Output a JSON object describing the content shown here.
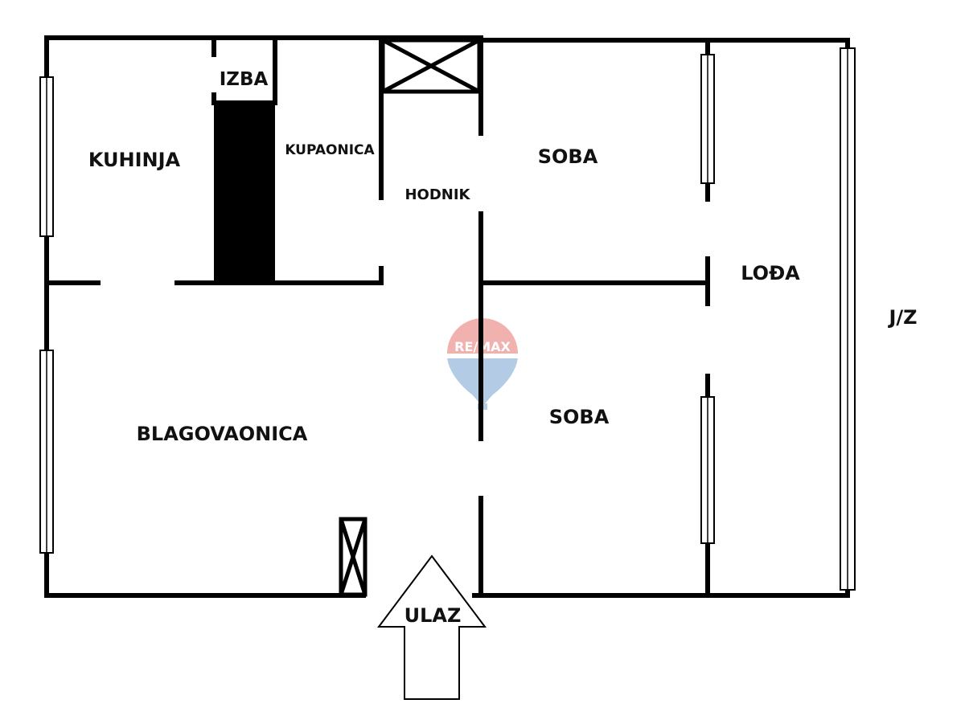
{
  "rooms": {
    "izba": "IZBA",
    "kuhinja": "KUHINJA",
    "kupaonica": "KUPAONICA",
    "hodnik": "HODNIK",
    "soba_top": "SOBA",
    "soba_bottom": "SOBA",
    "loda": "LOĐA",
    "blagovaonica": "BLAGOVAONICA"
  },
  "entrance": {
    "label": "ULAZ"
  },
  "orientation": {
    "label": "J/Z"
  },
  "watermark": {
    "text": "RE/MAX"
  },
  "colors": {
    "wall": "#000000",
    "background": "#ffffff",
    "watermark_red": "#e0534f",
    "watermark_blue": "#5b8ec9"
  }
}
